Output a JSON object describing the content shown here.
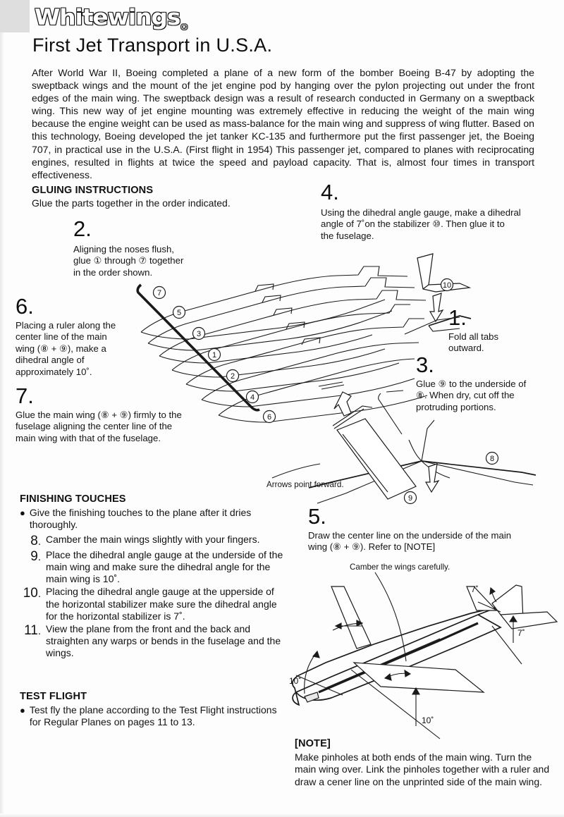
{
  "brand": {
    "name": "Whitewings",
    "registered": "®"
  },
  "page_title": "First Jet Transport in U.S.A.",
  "intro": "After World War II, Boeing completed a plane of a new form of the bomber Boeing B-47 by adopting the sweptback wings and the mount of the jet engine pod by hanging over the pylon projecting out under the front edges of the main wing. The sweptback design was a result of research conducted in Germany on a sweptback wing. This new way of jet engine mounting was extremely effective in reducing the weight of the main wing because the engine weight can be used as mass-balance for the main wing and suppress of wing flutter. Based on this technology, Boeing developed the jet tanker KC-135 and furthermore put the first passenger jet, the Boeing 707, in practical use in the U.S.A. (First flight in 1954) This passenger jet, compared to planes with reciprocating engines, resulted in flights at twice the speed and payload capacity. That is, almost four times in transport effectiveness.",
  "sections": {
    "gluing": {
      "heading": "GLUING INSTRUCTIONS",
      "subtitle": "Glue the parts together in the order indicated."
    },
    "finishing": {
      "heading": "FINISHING TOUCHES",
      "bullet": "Give the finishing touches to the plane after it dries thoroughly.",
      "items": [
        {
          "n": "8",
          "text": "Camber the main wings slightly with your fingers."
        },
        {
          "n": "9",
          "text": "Place the dihedral angle gauge at the underside of the main wing and make sure the dihedral angle for the main wing is 10˚."
        },
        {
          "n": "10",
          "text": "Placing the dihedral angle gauge at the upperside of the horizontal stabilizer make sure the dihedral angle for the horizontal stabilizer is 7˚."
        },
        {
          "n": "11",
          "text": "View the plane from the front and the back and straighten any warps or bends in the fuselage and the wings."
        }
      ]
    },
    "test_flight": {
      "heading": "TEST FLIGHT",
      "bullet": "Test fly the plane according to the Test Flight instructions for Regular Planes on pages 11 to 13."
    },
    "note": {
      "heading": "[NOTE]",
      "text": "Make pinholes at both ends of the main wing. Turn the main wing over. Link the pinholes together with a ruler and draw a cener line on the unprinted side of the main wing."
    }
  },
  "steps": {
    "s1": {
      "num": "1.",
      "lines": [
        "Fold all tabs",
        "outward."
      ]
    },
    "s2": {
      "num": "2.",
      "lines": [
        "Aligning the noses flush,",
        "glue ① through ⑦ together",
        "in the order shown."
      ]
    },
    "s3": {
      "num": "3.",
      "lines": [
        "Glue ⑨ to the underside of",
        "⑧. When dry, cut off the",
        "protruding portions."
      ]
    },
    "s4": {
      "num": "4.",
      "lines": [
        "Using the dihedral angle gauge, make a dihedral",
        "angle of 7˚on the stabilizer ⑩. Then glue it to",
        "the fuselage."
      ]
    },
    "s5": {
      "num": "5.",
      "lines": [
        "Draw the center line on the underside of the main",
        "wing (⑧ + ⑨).   Refer to [NOTE]"
      ]
    },
    "s6": {
      "num": "6.",
      "lines": [
        "Placing a ruler along the",
        "center line of the main",
        "wing (⑧ + ⑨), make a",
        "dihedral angle of",
        "approximately 10˚."
      ]
    },
    "s7": {
      "num": "7.",
      "lines": [
        "Glue the main wing (⑧ + ⑨) firmly to the",
        "fuselage aligning the center line of the",
        "main wing with that of the fuselage."
      ]
    }
  },
  "captions": {
    "arrows_forward": "Arrows point forward.",
    "camber": "Camber the wings carefully."
  },
  "diagram_labels": {
    "exploded_parts": [
      "7",
      "5",
      "3",
      "1",
      "2",
      "4",
      "6"
    ],
    "stabilizer_part": "10",
    "wing_parts": [
      "8",
      "9"
    ],
    "angles": [
      "10˚",
      "7˚",
      "7˚",
      "10˚"
    ]
  }
}
